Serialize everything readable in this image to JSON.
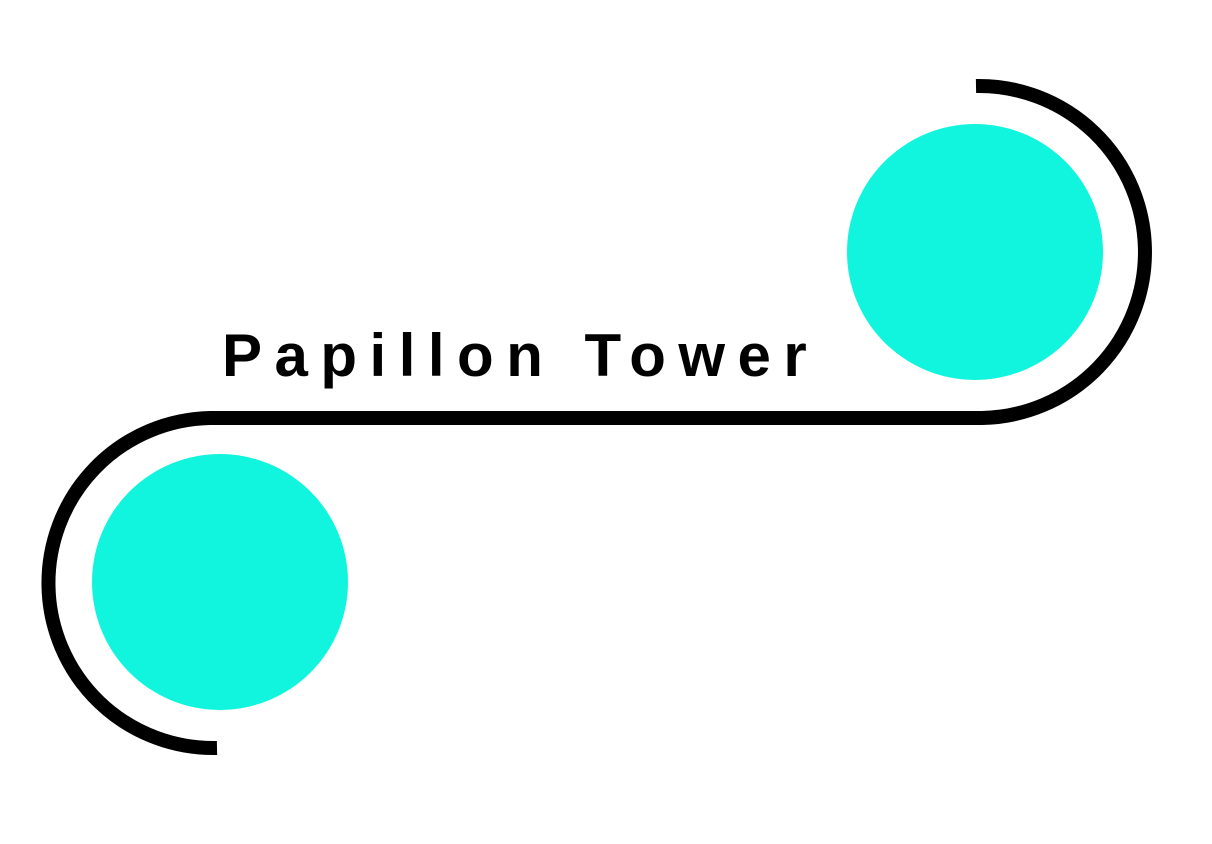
{
  "logo": {
    "wordmark": "Papillon Tower",
    "colors": {
      "circle_fill": "#11F5DF",
      "stroke": "#000000",
      "text": "#000000",
      "background": "#FFFFFF"
    },
    "icons": [
      "turquoise-circle",
      "curved-s-line"
    ]
  }
}
